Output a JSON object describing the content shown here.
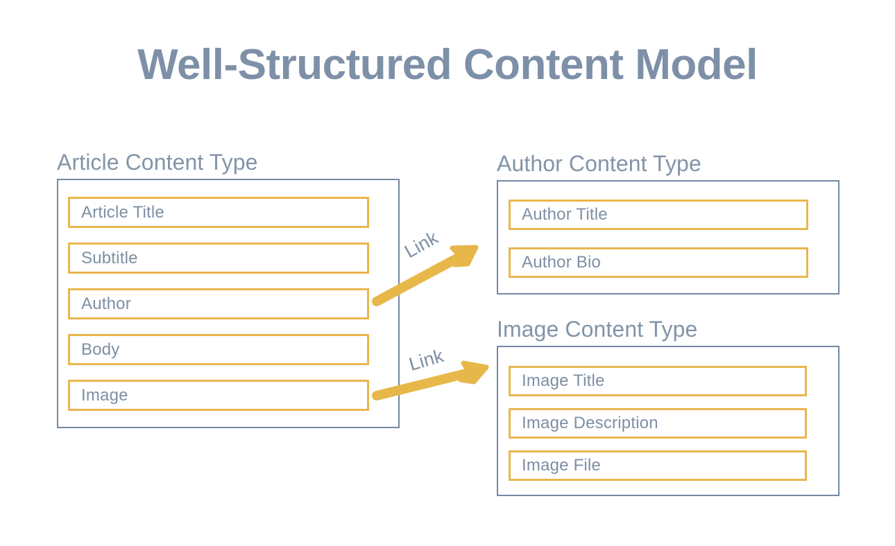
{
  "title": "Well-Structured Content Model",
  "colors": {
    "title_text": "#7E90A8",
    "heading_text": "#8394A8",
    "field_text": "#7E8FA4",
    "field_border": "#E9B64D",
    "box_border": "#7488A3",
    "arrow": "#E8B74A",
    "background": "#FFFFFF"
  },
  "groups": [
    {
      "id": "article",
      "heading": "Article Content Type",
      "fields": [
        {
          "label": "Article Title"
        },
        {
          "label": "Subtitle"
        },
        {
          "label": "Author"
        },
        {
          "label": "Body"
        },
        {
          "label": "Image"
        }
      ]
    },
    {
      "id": "author",
      "heading": "Author Content Type",
      "fields": [
        {
          "label": "Author Title"
        },
        {
          "label": "Author Bio"
        }
      ]
    },
    {
      "id": "image",
      "heading": "Image Content Type",
      "fields": [
        {
          "label": "Image Title"
        },
        {
          "label": "Image Description"
        },
        {
          "label": "Image File"
        }
      ]
    }
  ],
  "connections": [
    {
      "id": "article-author-link",
      "label": "Link",
      "from_field": "Author",
      "to_group": "Author Content Type"
    },
    {
      "id": "article-image-link",
      "label": "Link",
      "from_field": "Image",
      "to_group": "Image Content Type"
    }
  ]
}
